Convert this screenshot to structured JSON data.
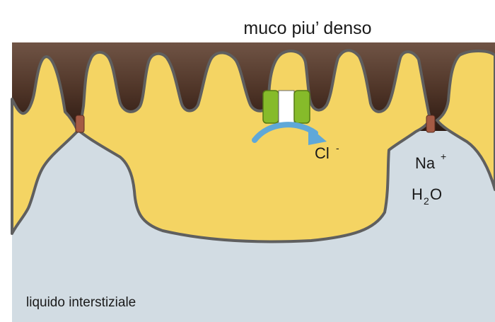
{
  "labels": {
    "mucus": "muco piu’ denso",
    "chloride": "Cl",
    "chloride_charge": "-",
    "sodium": "Na",
    "sodium_charge": "+",
    "water_h": "H",
    "water_sub": "2",
    "water_o": "O",
    "interstitial": "liquido interstiziale"
  },
  "colors": {
    "background": "#ffffff",
    "interstitial_fluid": "#d2dce3",
    "cell": "#f4d463",
    "cell_outline": "#5f5f5f",
    "mucus_top": "#6e5244",
    "mucus_bottom": "#2e1a12",
    "tight_junction": "#a45a44",
    "channel_green": "#86bb2a",
    "ion_arrow": "#5fa8d8"
  },
  "icons": {
    "channel": "cftr-channel-icon",
    "ion_flow": "ion-flow-arrow-icon",
    "junction": "tight-junction-icon"
  }
}
